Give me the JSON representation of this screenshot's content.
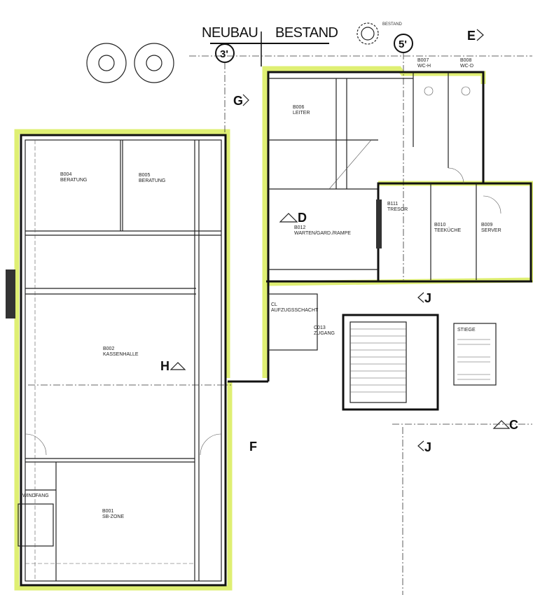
{
  "header": {
    "left_label": "NEUBAU",
    "right_label": "BESTAND"
  },
  "axes": {
    "axis_3": "3'",
    "axis_5": "5'",
    "note_bestand": "BESTAND"
  },
  "section_marks": {
    "E": "E",
    "G": "G",
    "D": "D",
    "J_top": "J",
    "J_bottom": "J",
    "C": "C",
    "H": "H",
    "F": "F"
  },
  "rooms": [
    {
      "code": "B007",
      "name": "WC-H"
    },
    {
      "code": "B008",
      "name": "WC-D"
    },
    {
      "code": "B006",
      "name": "LEITER"
    },
    {
      "code": "B004",
      "name": "BERATUNG"
    },
    {
      "code": "B005",
      "name": "BERATUNG"
    },
    {
      "code": "B012",
      "name": "WARTEN/GARD./RAMPE"
    },
    {
      "code": "B111",
      "name": "TRESOR"
    },
    {
      "code": "B010",
      "name": "TEEKÜCHE"
    },
    {
      "code": "B009",
      "name": "SERVER"
    },
    {
      "code": "CL",
      "name": "AUFZUGSSCHACHT"
    },
    {
      "code": "C013",
      "name": "ZUGANG"
    },
    {
      "code": "B002",
      "name": "KASSENHALLE"
    },
    {
      "code": "B001",
      "name": "SB-ZONE"
    },
    {
      "code": "",
      "name": "WINDFANG"
    }
  ],
  "stair": {
    "title": "STIEGE"
  },
  "colors": {
    "highlight": "#d9ec5a",
    "line": "#222222"
  }
}
